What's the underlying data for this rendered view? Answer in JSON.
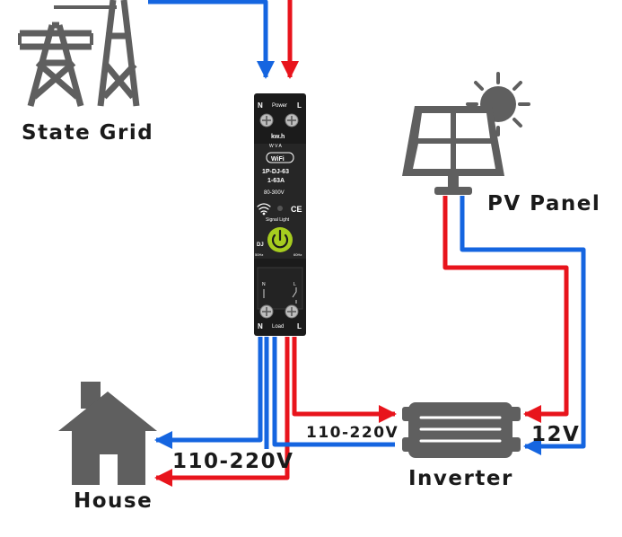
{
  "labels": {
    "state_grid": "State Grid",
    "pv_panel": "PV Panel",
    "house": "House",
    "inverter": "Inverter",
    "voltage_house": "110-220V",
    "voltage_inverter_ac": "110-220V",
    "voltage_dc": "12V"
  },
  "breaker": {
    "top_n": "N",
    "top_power": "Power",
    "top_l": "L",
    "unit": "kw.h",
    "meter_marks": "W  V  A",
    "wifi_badge": "WiFi",
    "model": "1P-DJ-63",
    "range": "1-63A",
    "voltage": "80-300V",
    "signal": "Signal Light",
    "ce_mark": "CE",
    "brand": "DJ",
    "freq_left": "50Hz",
    "freq_right": "60Hz",
    "bottom_n": "N",
    "bottom_load": "Load",
    "bottom_l": "L",
    "inner_n": "N",
    "inner_l": "L"
  },
  "colors": {
    "live_wire": "#e8141c",
    "neutral_wire": "#1565e0",
    "icon_gray": "#5f5f5f",
    "device_body": "#1b1b1b",
    "power_button": "#a6cc1f"
  },
  "icons": {
    "grid": "power-tower-icon",
    "panel": "solar-panel-icon",
    "sun": "sun-icon",
    "house": "house-icon",
    "inverter": "inverter-icon",
    "wifi": "wifi-icon",
    "power": "power-button-icon"
  }
}
